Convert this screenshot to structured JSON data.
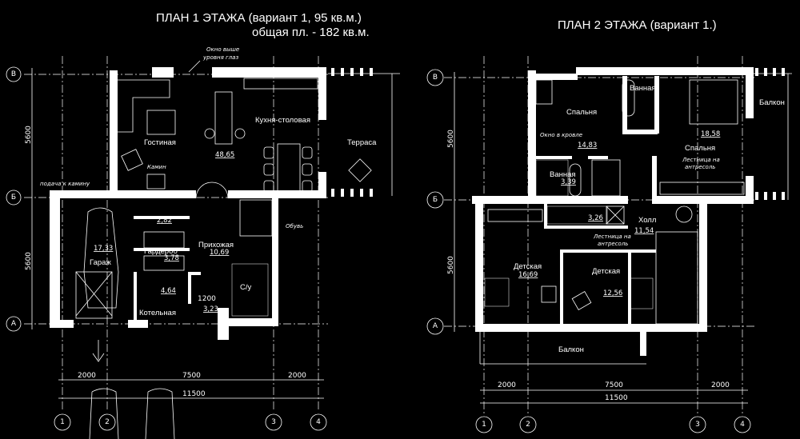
{
  "floor1": {
    "title": "ПЛАН 1 ЭТАЖА (вариант 1, 95 кв.м.)",
    "subtitle": "общая пл. - 182 кв.м.",
    "notes": {
      "window_high_1": "Окно выше",
      "window_high_2": "уровня глаз",
      "fireplace": "Камин",
      "fireplace_feed": "подача к камину",
      "shoes": "Обувь"
    },
    "rooms": {
      "living": "Гостиная",
      "kitchen": "Кухня-столовая",
      "terrace": "Терраса",
      "garage": "Гараж",
      "wardrobe": "Гардероб",
      "hall": "Прихожая",
      "boiler": "Котельная",
      "wc": "С/у"
    },
    "areas": {
      "living": "48,65",
      "garage": "17,33",
      "vestibule": "2,82",
      "wardrobe": "3,78",
      "hall": "10,69",
      "boiler": "4,64",
      "wc": "3,23"
    },
    "dims": {
      "d1": "2000",
      "d2": "7500",
      "d3": "2000",
      "total": "11500",
      "h1": "5600",
      "h2": "5600",
      "door": "1200"
    },
    "axes": {
      "v1": "1",
      "v2": "2",
      "v3": "3",
      "v4": "4",
      "hA": "А",
      "hB": "Б",
      "hV": "В"
    }
  },
  "floor2": {
    "title": "ПЛАН 2 ЭТАЖА (вариант 1.)",
    "notes": {
      "roof_window": "Окно в кровле",
      "stairs_1a": "Лестница на",
      "stairs_1b": "антресоль",
      "stairs_2a": "Лестница на",
      "stairs_2b": "антресоль"
    },
    "rooms": {
      "bedroom1": "Спальня",
      "bath1": "Ванная",
      "bedroom2": "Спальня",
      "balcony_right": "Балкон",
      "bath2": "Ванная",
      "hall": "Холл",
      "kids1": "Детская",
      "kids2": "Детская",
      "balcony_bottom": "Балкон"
    },
    "areas": {
      "bedroom1": "14,83",
      "bedroom2": "18,58",
      "bath2": "3,39",
      "wc": "3,26",
      "hall": "11,54",
      "kids1": "16,69",
      "kids2": "12,56"
    },
    "dims": {
      "d1": "2000",
      "d2": "7500",
      "d3": "2000",
      "total": "11500",
      "h1": "5600",
      "h2": "5600"
    },
    "axes": {
      "v1": "1",
      "v2": "2",
      "v3": "3",
      "v4": "4",
      "hA": "А",
      "hB": "Б",
      "hV": "В"
    }
  }
}
